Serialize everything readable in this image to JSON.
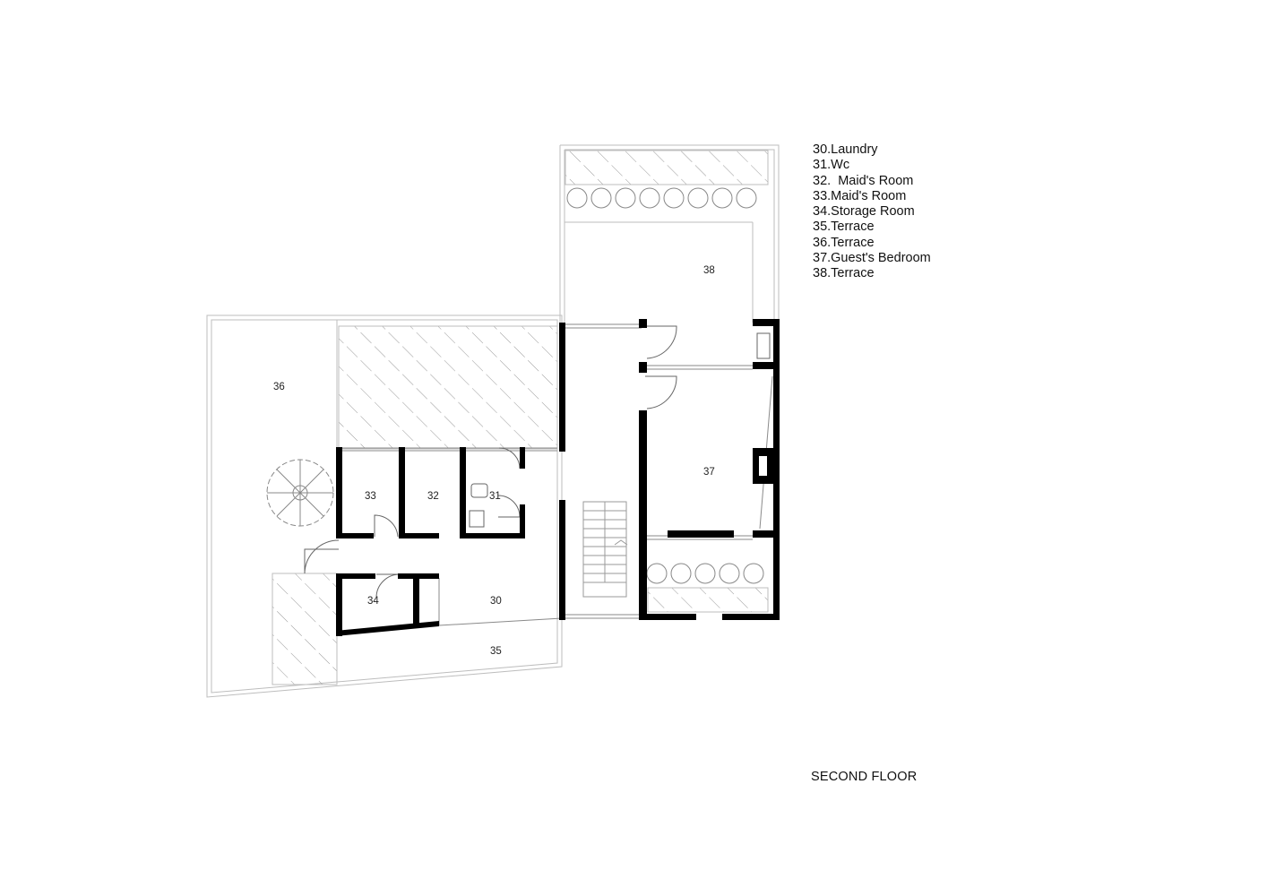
{
  "legend": [
    "30.Laundry",
    "31.Wc",
    "32.  Maid's Room",
    "33.Maid's Room",
    "34.Storage Room",
    "35.Terrace",
    "36.Terrace",
    "37.Guest's Bedroom",
    "38.Terrace"
  ],
  "rooms": {
    "r30": "30",
    "r31": "31",
    "r32": "32",
    "r33": "33",
    "r34": "34",
    "r35": "35",
    "r36": "36",
    "r37": "37",
    "r38": "38"
  },
  "caption": "SECOND FLOOR"
}
